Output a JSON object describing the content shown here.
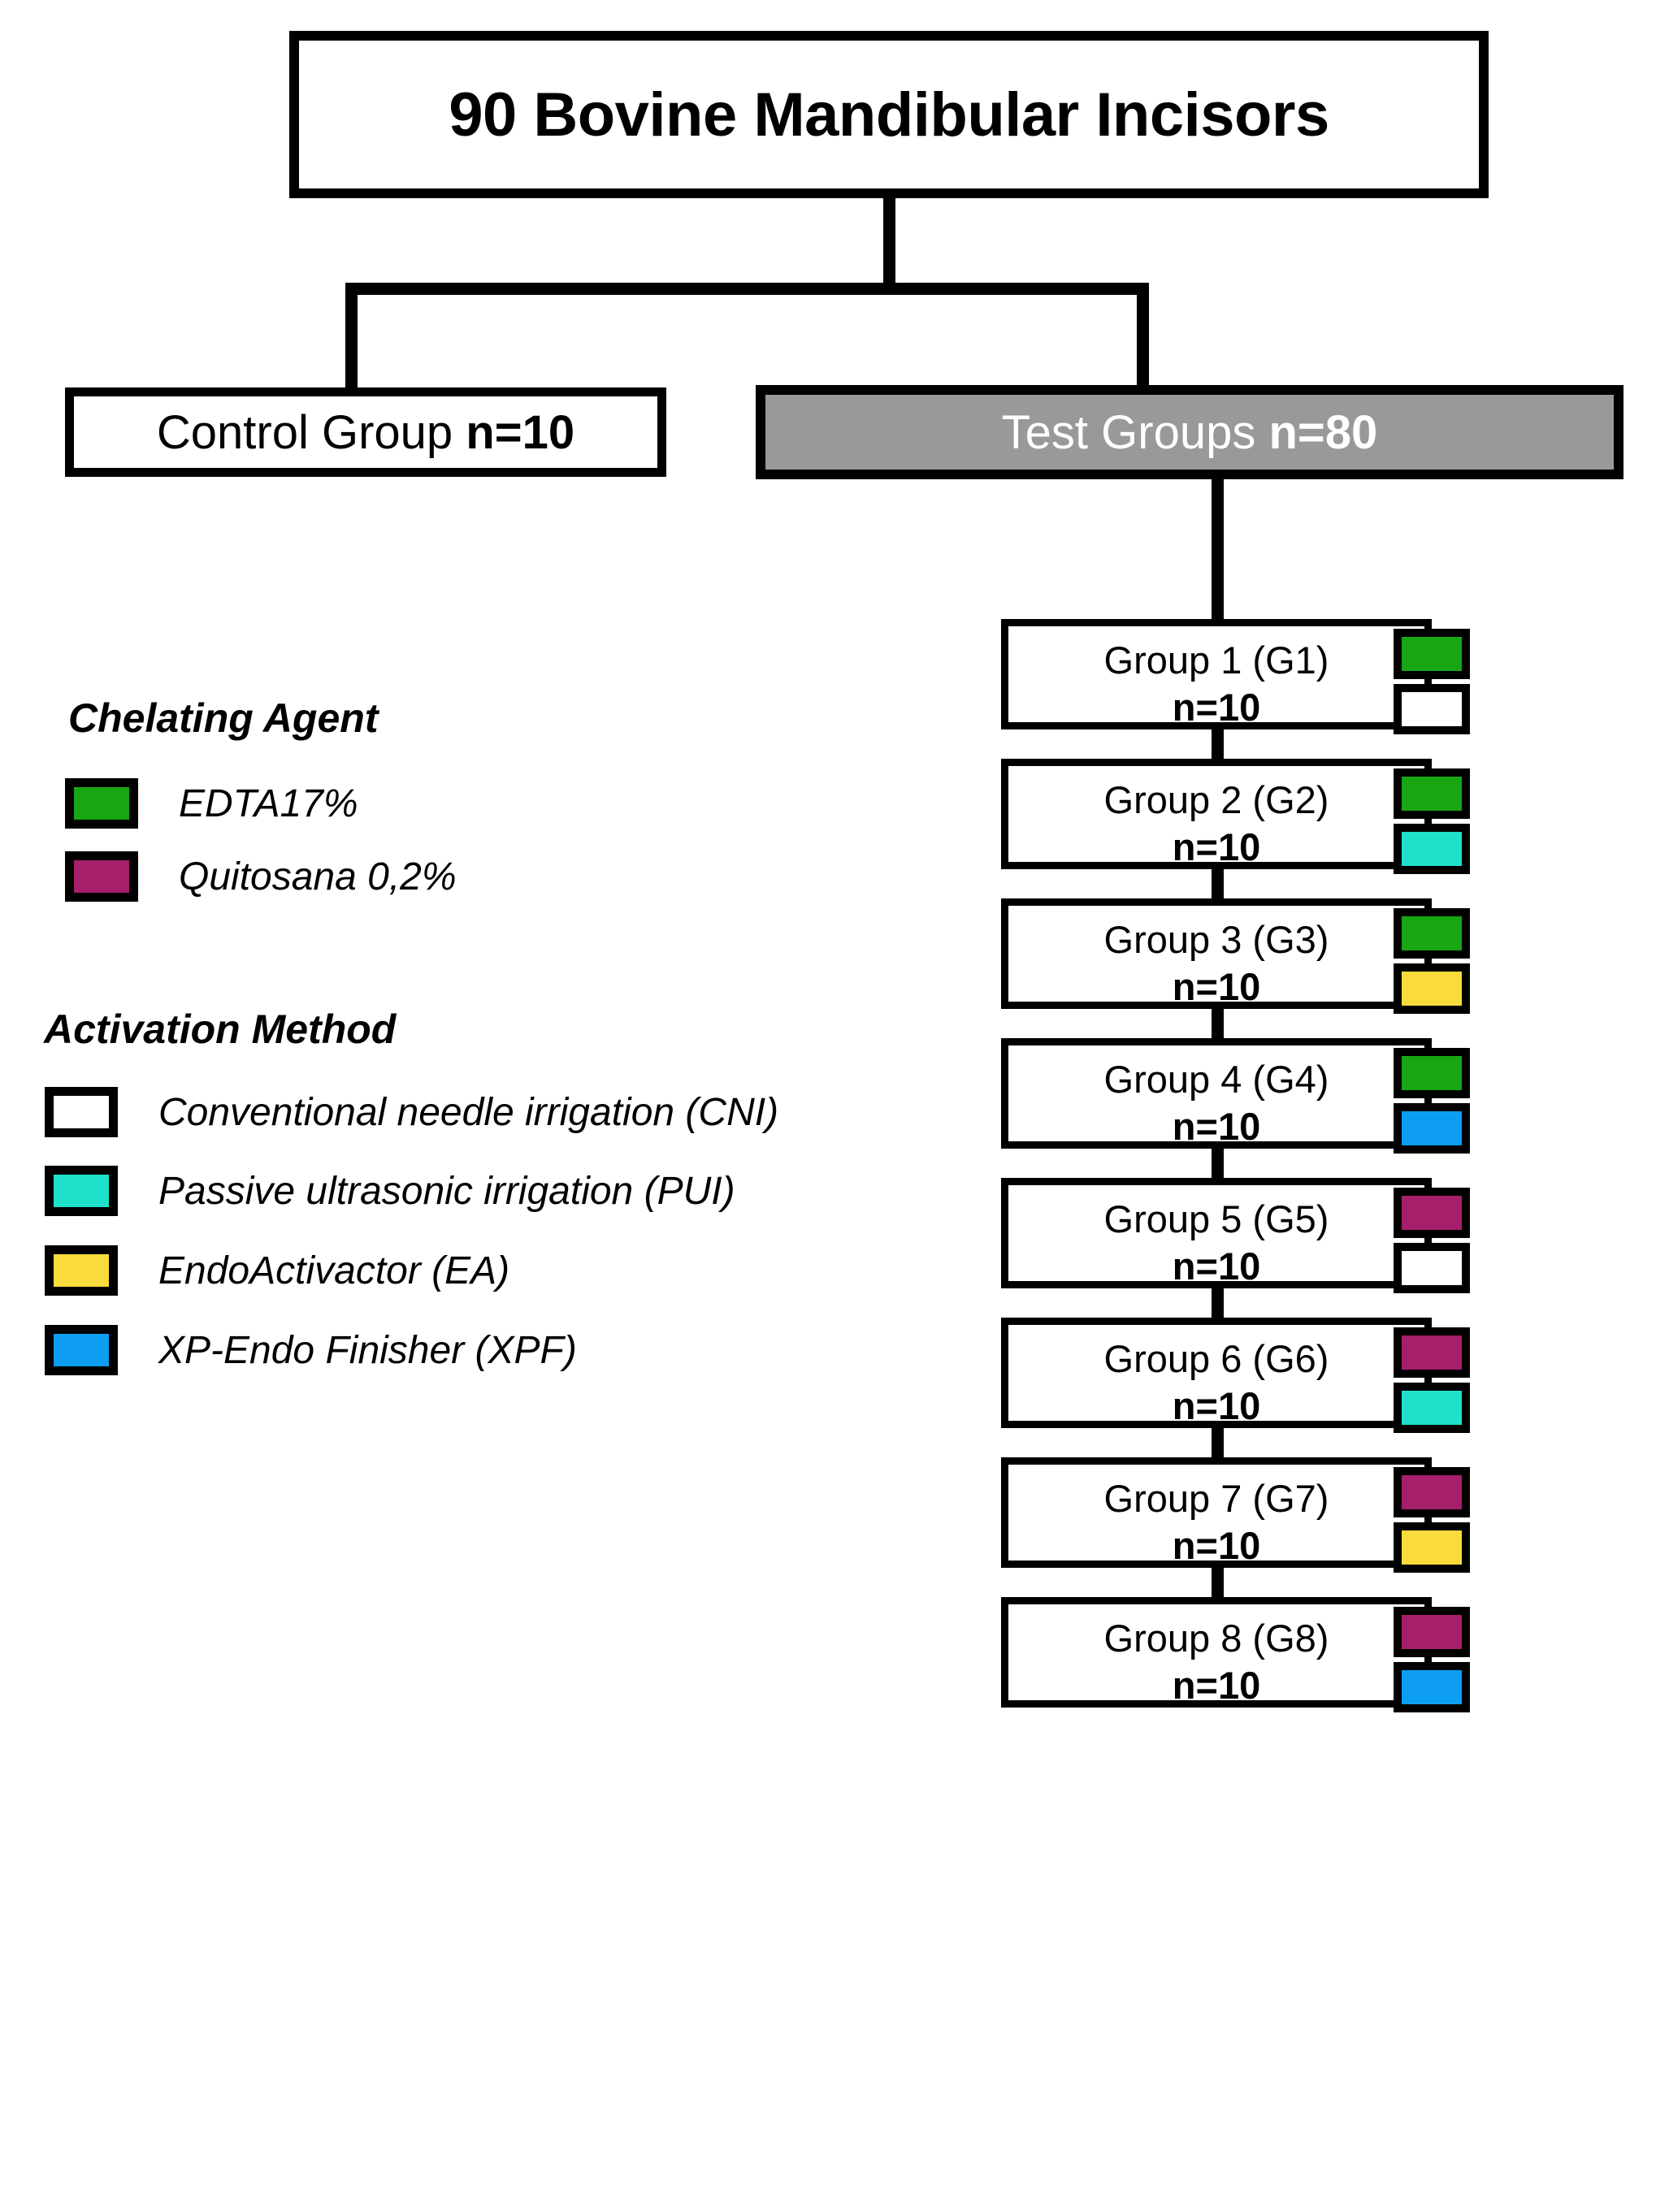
{
  "title": {
    "text": "90 Bovine Mandibular Incisors"
  },
  "control_group": {
    "label": "Control Group ",
    "count": "n=10"
  },
  "test_groups": {
    "label": "Test Groups  ",
    "count": "n=80",
    "fill_color": "#999999",
    "text_color": "#ffffff"
  },
  "legends": {
    "chelating": {
      "title": "Chelating Agent",
      "items": [
        {
          "label": "EDTA17%",
          "color": "#18A613",
          "key": "EDTA"
        },
        {
          "label": "Quitosana 0,2%",
          "color": "#A51F6B",
          "key": "QUIT"
        }
      ]
    },
    "activation": {
      "title": "Activation Method",
      "items": [
        {
          "label": "Conventional needle irrigation (CNI)",
          "color": "#ffffff",
          "key": "CNI"
        },
        {
          "label": "Passive ultrasonic irrigation (PUI)",
          "color": "#1FE1CB",
          "key": "PUI"
        },
        {
          "label": "EndoActivactor (EA)",
          "color": "#F9DC3C",
          "key": "EA"
        },
        {
          "label": "XP-Endo Finisher (XPF)",
          "color": "#0D9EF2",
          "key": "XPF"
        }
      ]
    }
  },
  "groups": [
    {
      "name": "Group 1 (G1)",
      "count": "n=10",
      "chelating_color": "#18A613",
      "activation_color": "#ffffff",
      "chelating_key": "EDTA",
      "activation_key": "CNI"
    },
    {
      "name": "Group 2 (G2)",
      "count": "n=10",
      "chelating_color": "#18A613",
      "activation_color": "#1FE1CB",
      "chelating_key": "EDTA",
      "activation_key": "PUI"
    },
    {
      "name": "Group 3 (G3)",
      "count": "n=10",
      "chelating_color": "#18A613",
      "activation_color": "#F9DC3C",
      "chelating_key": "EDTA",
      "activation_key": "EA"
    },
    {
      "name": "Group 4 (G4)",
      "count": "n=10",
      "chelating_color": "#18A613",
      "activation_color": "#0D9EF2",
      "chelating_key": "EDTA",
      "activation_key": "XPF"
    },
    {
      "name": "Group 5 (G5)",
      "count": "n=10",
      "chelating_color": "#A51F6B",
      "activation_color": "#ffffff",
      "chelating_key": "QUIT",
      "activation_key": "CNI"
    },
    {
      "name": "Group 6 (G6)",
      "count": "n=10",
      "chelating_color": "#A51F6B",
      "activation_color": "#1FE1CB",
      "chelating_key": "QUIT",
      "activation_key": "PUI"
    },
    {
      "name": "Group 7 (G7)",
      "count": "n=10",
      "chelating_color": "#A51F6B",
      "activation_color": "#F9DC3C",
      "chelating_key": "QUIT",
      "activation_key": "EA"
    },
    {
      "name": "Group 8 (G8)",
      "count": "n=10",
      "chelating_color": "#A51F6B",
      "activation_color": "#0D9EF2",
      "chelating_key": "QUIT",
      "activation_key": "XPF"
    }
  ]
}
